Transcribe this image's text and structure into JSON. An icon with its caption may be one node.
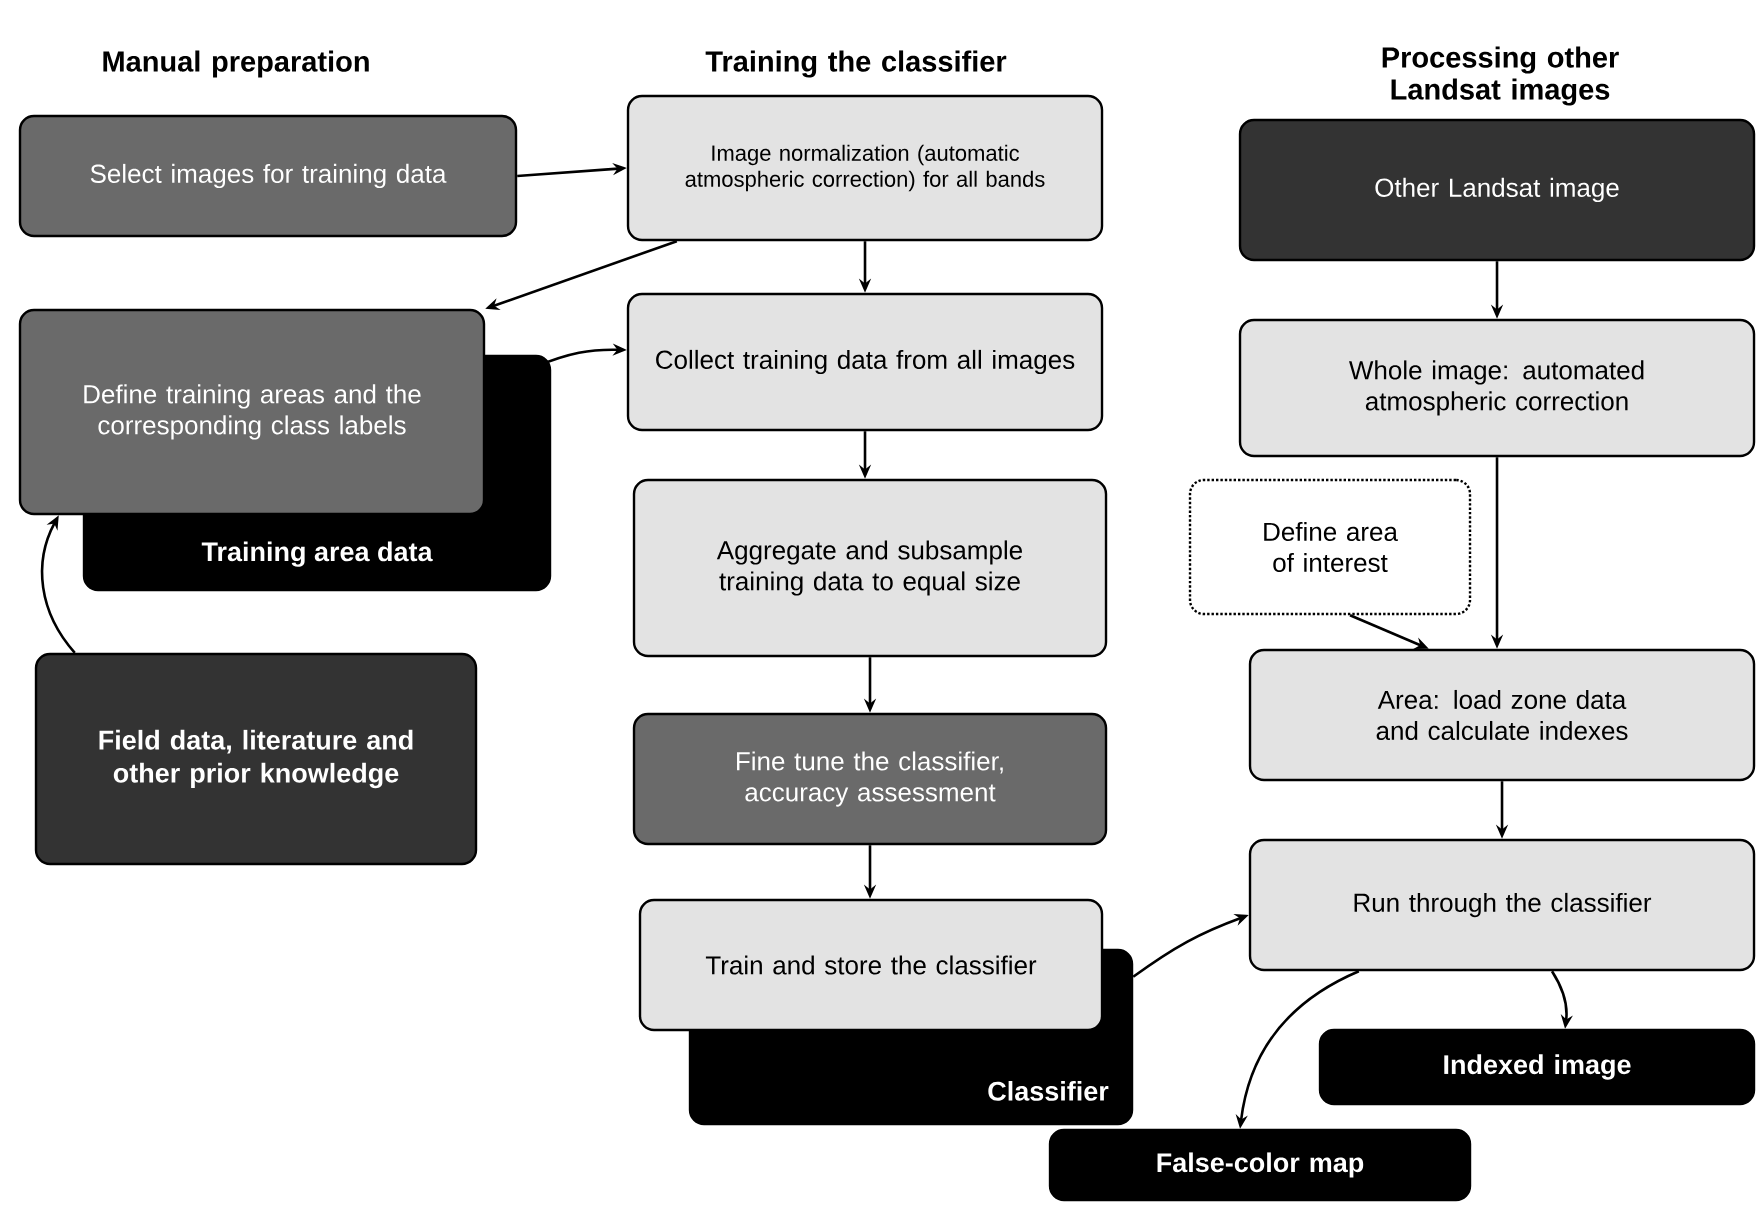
{
  "diagram": {
    "nodes": [
      {
        "text": [
          "Select images for training data"
        ]
      },
      {
        "text": [
          "Define training areas and the corresponding class labels"
        ]
      },
      {
        "text": [
          "Training area data"
        ]
      },
      {
        "text": [
          "Field data, literature and other prior knowledge"
        ]
      },
      {
        "text": [
          "Image normalization (automatic atmospheric correction) for all bands"
        ]
      },
      {
        "text": [
          "Collect training data from all images"
        ]
      },
      {
        "text": [
          "Aggregate and subsample training data to equal size"
        ]
      },
      {
        "text": [
          "Fine tune the classifier, accuracy assessment"
        ]
      },
      {
        "text": [
          "Train and store the classifier"
        ]
      },
      {
        "text": [
          "Classifier"
        ]
      },
      {
        "text": [
          "Other Landsat image"
        ]
      },
      {
        "text": [
          "Whole image: automated atmospheric correction"
        ]
      },
      {
        "text": [
          "Define area of interest"
        ]
      },
      {
        "text": [
          "Area: load zone data and calculate indexes"
        ]
      },
      {
        "text": [
          "Run through the classifier"
        ]
      },
      {
        "text": [
          "Indexed image"
        ]
      },
      {
        "text": [
          "False-color map"
        ]
      }
    ],
    "edges": [
      {
        "from": 0,
        "to": 4,
        "arrow": "to"
      },
      {
        "from": 4,
        "to": 1,
        "arrow": "to"
      },
      {
        "from": 2,
        "to": 5,
        "arrow": "to"
      },
      {
        "from": 3,
        "to": 1,
        "arrow": "to"
      },
      {
        "from": 4,
        "to": 5,
        "arrow": "to"
      },
      {
        "from": 5,
        "to": 6,
        "arrow": "to"
      },
      {
        "from": 6,
        "to": 7,
        "arrow": "to"
      },
      {
        "from": 7,
        "to": 8,
        "arrow": "to"
      },
      {
        "from": 9,
        "to": 14,
        "arrow": "to"
      },
      {
        "from": 10,
        "to": 11,
        "arrow": "to"
      },
      {
        "from": 11,
        "to": 13,
        "arrow": "to"
      },
      {
        "from": 12,
        "to": 13,
        "arrow": "to"
      },
      {
        "from": 13,
        "to": 14,
        "arrow": "to"
      },
      {
        "from": 14,
        "to": 15,
        "arrow": "to"
      },
      {
        "from": 14,
        "to": 16,
        "arrow": "to"
      }
    ],
    "labels": [
      "Manual preparation",
      "Training the classifier",
      "Processing other Landsat images"
    ]
  }
}
